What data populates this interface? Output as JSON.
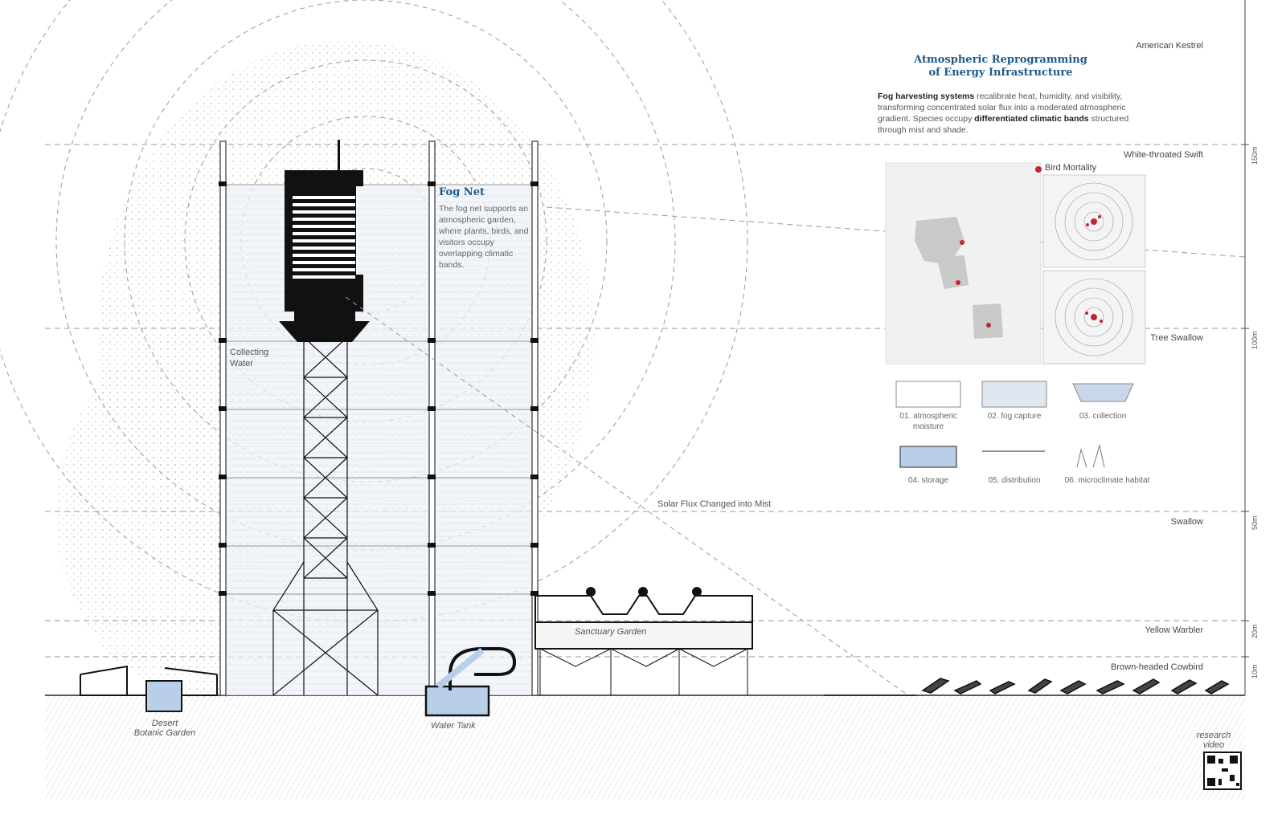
{
  "header": {
    "title_line1": "Atmospheric Reprogramming",
    "title_line2": "of Energy Infrastructure",
    "paragraph": {
      "t1": "Fog harvesting systems",
      "t2": " recalibrate heat, humidity, and visibility, transforming concentrated solar flux into a moderated atmospheric gradient.  Species occupy ",
      "t3": "differentiated climatic bands",
      "t4": " structured through mist and shade."
    }
  },
  "fog_net": {
    "title": "Fog Net",
    "body": "The fog net supports an atmospheric garden, where plants, birds, and visitors occupy overlapping climatic bands."
  },
  "annotations": {
    "collecting_water": "Collecting Water",
    "solar_flux": "Solar Flux Changed into Mist",
    "desert_garden_l1": "Desert",
    "desert_garden_l2": "Botanic Garden",
    "water_tank": "Water Tank",
    "sanctuary_garden": "Sanctuary Garden",
    "bird_mortality": "Bird Mortality",
    "research_video_l1": "research",
    "research_video_l2": "video"
  },
  "bands": [
    {
      "species": "American Kestrel"
    },
    {
      "species": "White-throated Swift"
    },
    {
      "species": "Tree Swallow"
    },
    {
      "species": "Swallow"
    },
    {
      "species": "Yellow Warbler"
    },
    {
      "species": "Brown-headed Cowbird"
    }
  ],
  "scale_marks": [
    "150m",
    "100m",
    "50m",
    "20m",
    "10m"
  ],
  "process_steps": [
    {
      "label": "01. atmospheric moisture"
    },
    {
      "label": "02. fog capture"
    },
    {
      "label": "03. collection"
    },
    {
      "label": "04. storage"
    },
    {
      "label": "05. distribution"
    },
    {
      "label": "06. microclimate habitat"
    }
  ],
  "colors": {
    "accent_blue": "#1f5a8a",
    "water": "#b9cfe8",
    "mortality": "#c0282d",
    "ink": "#111111"
  }
}
